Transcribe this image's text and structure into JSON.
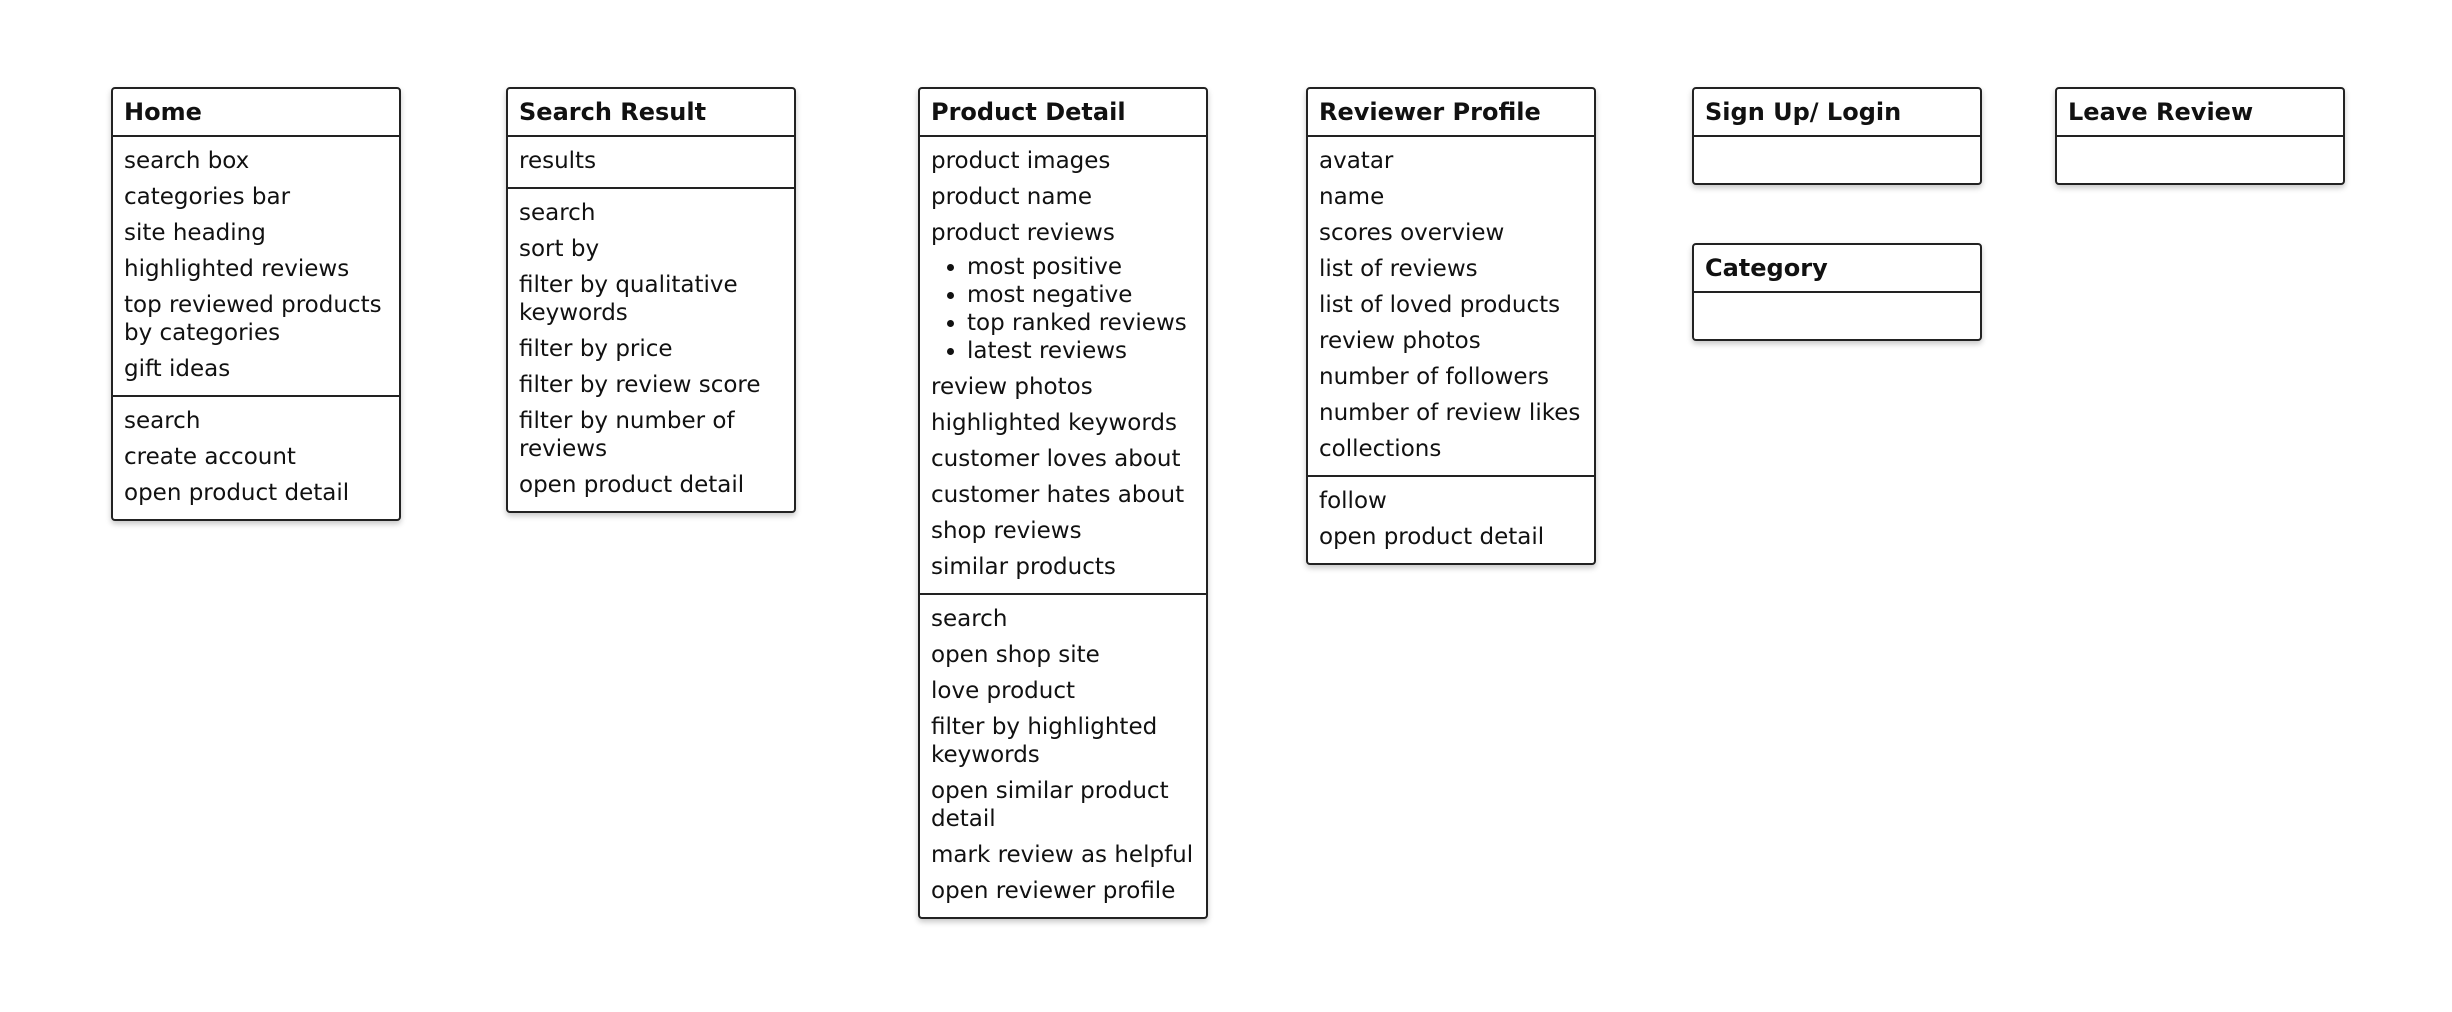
{
  "cards": {
    "home": {
      "title": "Home",
      "content": [
        "search box",
        "categories bar",
        "site heading",
        "highlighted reviews",
        "top reviewed products by categories",
        "gift ideas"
      ],
      "actions": [
        "search",
        "create account",
        "open product detail"
      ]
    },
    "search_result": {
      "title": "Search Result",
      "content": [
        "results"
      ],
      "actions": [
        "search",
        "sort by",
        "filter by qualitative keywords",
        "filter by price",
        "filter by review score",
        "filter by number of reviews",
        "open product detail"
      ]
    },
    "product_detail": {
      "title": "Product Detail",
      "content_before": [
        "product images",
        "product name",
        "product reviews"
      ],
      "review_types": [
        "most positive",
        "most negative",
        "top ranked reviews",
        "latest reviews"
      ],
      "content_after": [
        "review photos",
        "highlighted keywords",
        "customer loves about",
        "customer hates about",
        "shop reviews",
        "similar products"
      ],
      "actions": [
        "search",
        "open shop site",
        "love product",
        "filter by highlighted keywords",
        "open similar product detail",
        "mark review as helpful",
        "open reviewer profile"
      ]
    },
    "reviewer_profile": {
      "title": "Reviewer Profile",
      "content": [
        "avatar",
        "name",
        "scores overview",
        "list of reviews",
        "list of loved products",
        "review photos",
        "number of followers",
        "number of review likes",
        "collections"
      ],
      "actions": [
        "follow",
        "open product detail"
      ]
    },
    "sign_up_login": {
      "title": "Sign Up/ Login"
    },
    "leave_review": {
      "title": "Leave Review"
    },
    "category": {
      "title": "Category"
    }
  }
}
